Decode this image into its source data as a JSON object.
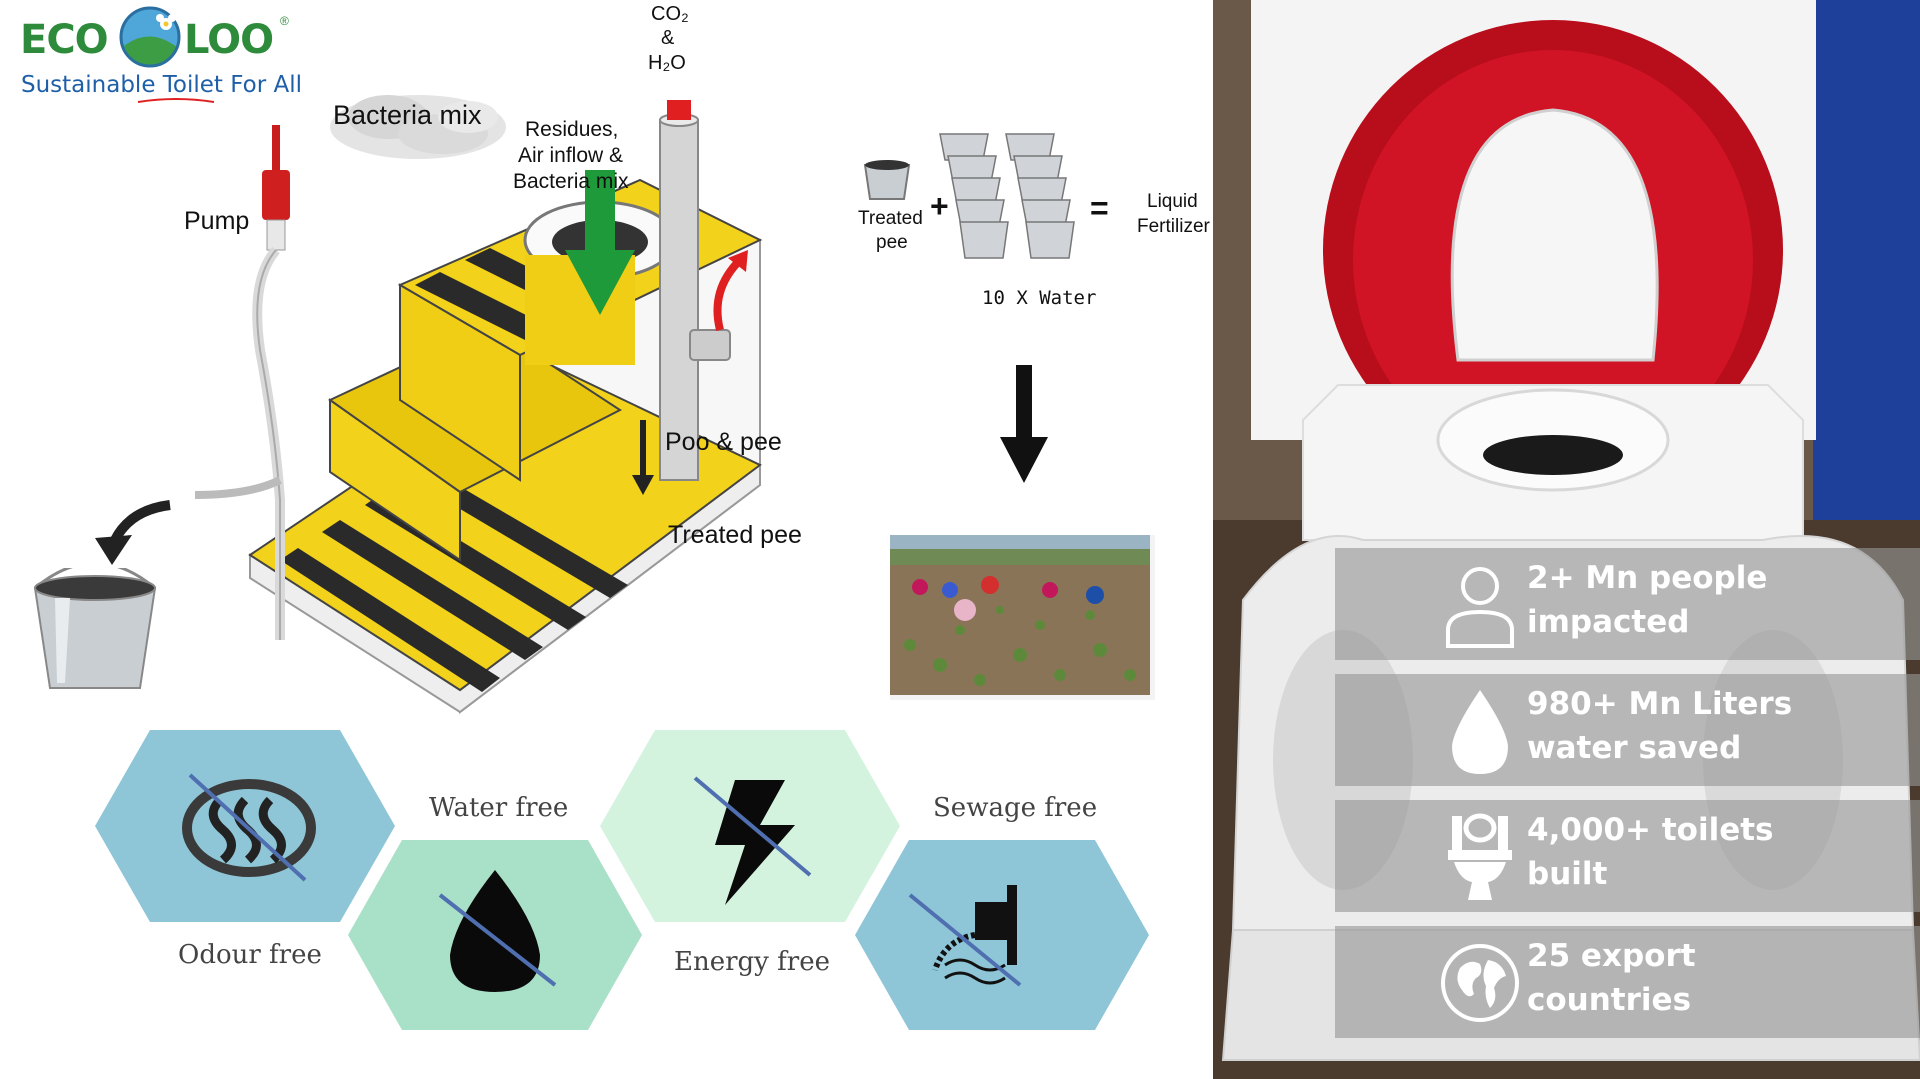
{
  "brand": {
    "name_left": "ECO",
    "name_right": "LOO",
    "registered": "®",
    "tagline": "Sustainable Toilet For All"
  },
  "diagram": {
    "bacteria_label": "Bacteria mix",
    "pump_label": "Pump",
    "residues_label_1": "Residues,",
    "residues_label_2": "Air inflow &",
    "residues_label_3": "Bacteria mix",
    "gas_co2": "CO₂",
    "gas_and": "&",
    "gas_h2o": "H₂O",
    "poo_label": "Poo & pee",
    "treated_label": "Treated pee"
  },
  "fertilizer": {
    "treated_1": "Treated",
    "treated_2": "pee",
    "plus": "+",
    "equals": "=",
    "water_label": "10 X Water",
    "liquid_1": "Liquid",
    "liquid_2": "Fertilizer"
  },
  "features": [
    {
      "label": "Odour free",
      "icon": "no-odour-icon",
      "color": "#8ec6d8"
    },
    {
      "label": "Water free",
      "icon": "no-water-icon",
      "color": "#a9e0c8"
    },
    {
      "label": "Energy free",
      "icon": "no-energy-icon",
      "color": "#d4f3df"
    },
    {
      "label": "Sewage free",
      "icon": "no-sewage-icon",
      "color": "#8ec6d8"
    }
  ],
  "stats": [
    {
      "line1": "2+ Mn people",
      "line2": "impacted",
      "icon": "person-icon"
    },
    {
      "line1": "980+ Mn Liters",
      "line2": "water saved",
      "icon": "water-drop-icon"
    },
    {
      "line1": "4,000+ toilets",
      "line2": "built",
      "icon": "toilet-icon"
    },
    {
      "line1": "25 export",
      "line2": "countries",
      "icon": "globe-icon"
    }
  ],
  "colors": {
    "brand_green": "#2f8b3c",
    "brand_blue": "#1f5fa8",
    "toilet_yellow": "#f2d21a",
    "arrow_red": "#e02020",
    "arrow_green": "#1e9a3a",
    "seat_red": "#c4101c"
  }
}
